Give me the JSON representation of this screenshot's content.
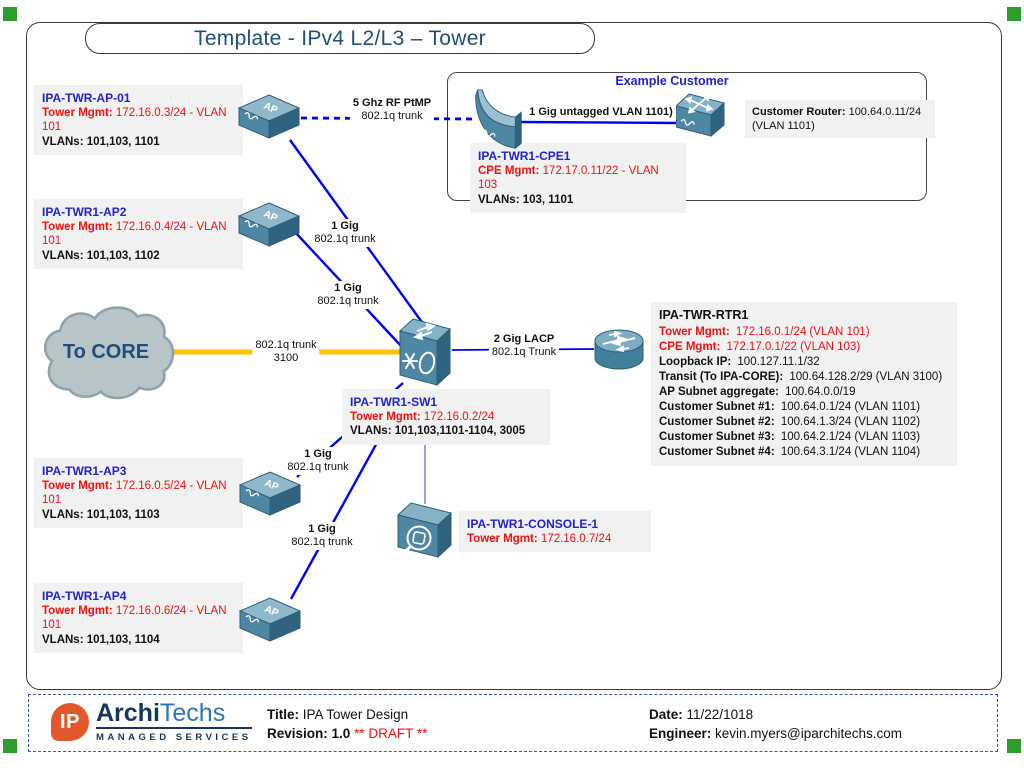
{
  "page": {
    "title": "Template - IPv4 L2/L3 – Tower"
  },
  "example_customer": {
    "title": "Example Customer",
    "link_label": "1 Gig untagged VLAN 1101)",
    "router": {
      "label": "Customer Router:",
      "value": " 100.64.0.11/24",
      "value2": "(VLAN 1101)"
    }
  },
  "devices": {
    "ap01": {
      "name": "IPA-TWR-AP-01",
      "mgmt_label": "Tower Mgmt:",
      "mgmt": " 172.16.0.3/24 - VLAN 101",
      "vlans": "VLANs: 101,103, 1101"
    },
    "ap2": {
      "name": "IPA-TWR1-AP2",
      "mgmt_label": "Tower Mgmt:",
      "mgmt": " 172.16.0.4/24 - VLAN 101",
      "vlans": "VLANs: 101,103, 1102"
    },
    "ap3": {
      "name": "IPA-TWR1-AP3",
      "mgmt_label": "Tower Mgmt:",
      "mgmt": " 172.16.0.5/24 - VLAN 101",
      "vlans": "VLANs: 101,103, 1103"
    },
    "ap4": {
      "name": "IPA-TWR1-AP4",
      "mgmt_label": "Tower Mgmt:",
      "mgmt": " 172.16.0.6/24 - VLAN 101",
      "vlans": "VLANs: 101,103, 1104"
    },
    "sw1": {
      "name": "IPA-TWR1-SW1",
      "mgmt_label": "Tower Mgmt:",
      "mgmt": " 172.16.0.2/24",
      "vlans": "VLANs: 101,103,1101-1104, 3005"
    },
    "cpe1": {
      "name": "IPA-TWR1-CPE1",
      "mgmt_label": "CPE Mgmt:",
      "mgmt": " 172.17.0.11/22 - VLAN 103",
      "vlans": "VLANs: 103, 1101"
    },
    "console": {
      "name": "IPA-TWR1-CONSOLE-1",
      "mgmt_label": "Tower Mgmt:",
      "mgmt": " 172.16.0.7/24"
    },
    "cloud": {
      "label": "To CORE"
    }
  },
  "rtr1": {
    "name": "IPA-TWR-RTR1",
    "rows": [
      {
        "label": "Tower Mgmt:",
        "value": " 172.16.0.1/24 (VLAN 101)",
        "style": "red"
      },
      {
        "label": "CPE Mgmt:",
        "value": " 172.17.0.1/22 (VLAN 103)",
        "style": "red"
      },
      {
        "label": "Loopback IP:",
        "value": " 100.127.11.1/32",
        "style": "blk"
      },
      {
        "label": "Transit (To IPA-CORE):",
        "value": " 100.64.128.2/29 (VLAN 3100)",
        "style": "blk"
      },
      {
        "label": "AP Subnet aggregate:",
        "value": " 100.64.0.0/19",
        "style": "blk"
      },
      {
        "label": "Customer Subnet #1:",
        "value": " 100.64.0.1/24 (VLAN 1101)",
        "style": "blk"
      },
      {
        "label": "Customer Subnet #2:",
        "value": " 100.64.1.3/24 (VLAN 1102)",
        "style": "blk"
      },
      {
        "label": "Customer Subnet #3:",
        "value": " 100.64.2.1/24 (VLAN 1103)",
        "style": "blk"
      },
      {
        "label": "Customer Subnet #4:",
        "value": " 100.64.3.1/24 (VLAN 1104)",
        "style": "blk"
      }
    ]
  },
  "links": {
    "ap01_cpe": {
      "l1": "5 Ghz RF PtMP",
      "l2": "802.1q trunk"
    },
    "ap01_sw": {
      "l1": "1 Gig",
      "l2": "802.1q trunk"
    },
    "ap2_sw": {
      "l1": "1 Gig",
      "l2": "802.1q trunk"
    },
    "core": {
      "l1": "802.1q trunk",
      "l2": "3100"
    },
    "sw_rtr": {
      "l1": "2 Gig LACP",
      "l2": "802.1q Trunk"
    },
    "sw_ap3": {
      "l1": "1 Gig",
      "l2": "802.1q trunk"
    },
    "sw_ap4": {
      "l1": "1 Gig",
      "l2": "802.1q trunk"
    }
  },
  "footer": {
    "logo": {
      "ip": "IP",
      "archi": "Archi",
      "techs": "Techs",
      "tagline": "MANAGED SERVICES"
    },
    "title_label": "Title:",
    "title": "IPA Tower Design",
    "revision_label": "Revision:",
    "revision": "1.0",
    "draft": "** DRAFT **",
    "date_label": "Date:",
    "date": "11/22/1018",
    "engineer_label": "Engineer:",
    "engineer": "kevin.myers@iparchitechs.com"
  },
  "colors": {
    "device_name_blue": "#2222CC",
    "alert_red": "#EE1111",
    "link_blue": "#0000EE",
    "trunk_orange": "#FFC000",
    "title_blue": "#1F4E79",
    "node_fill": "#4E87A3",
    "logo_orange": "#E2572B",
    "corner_green": "#2E9E2E"
  }
}
